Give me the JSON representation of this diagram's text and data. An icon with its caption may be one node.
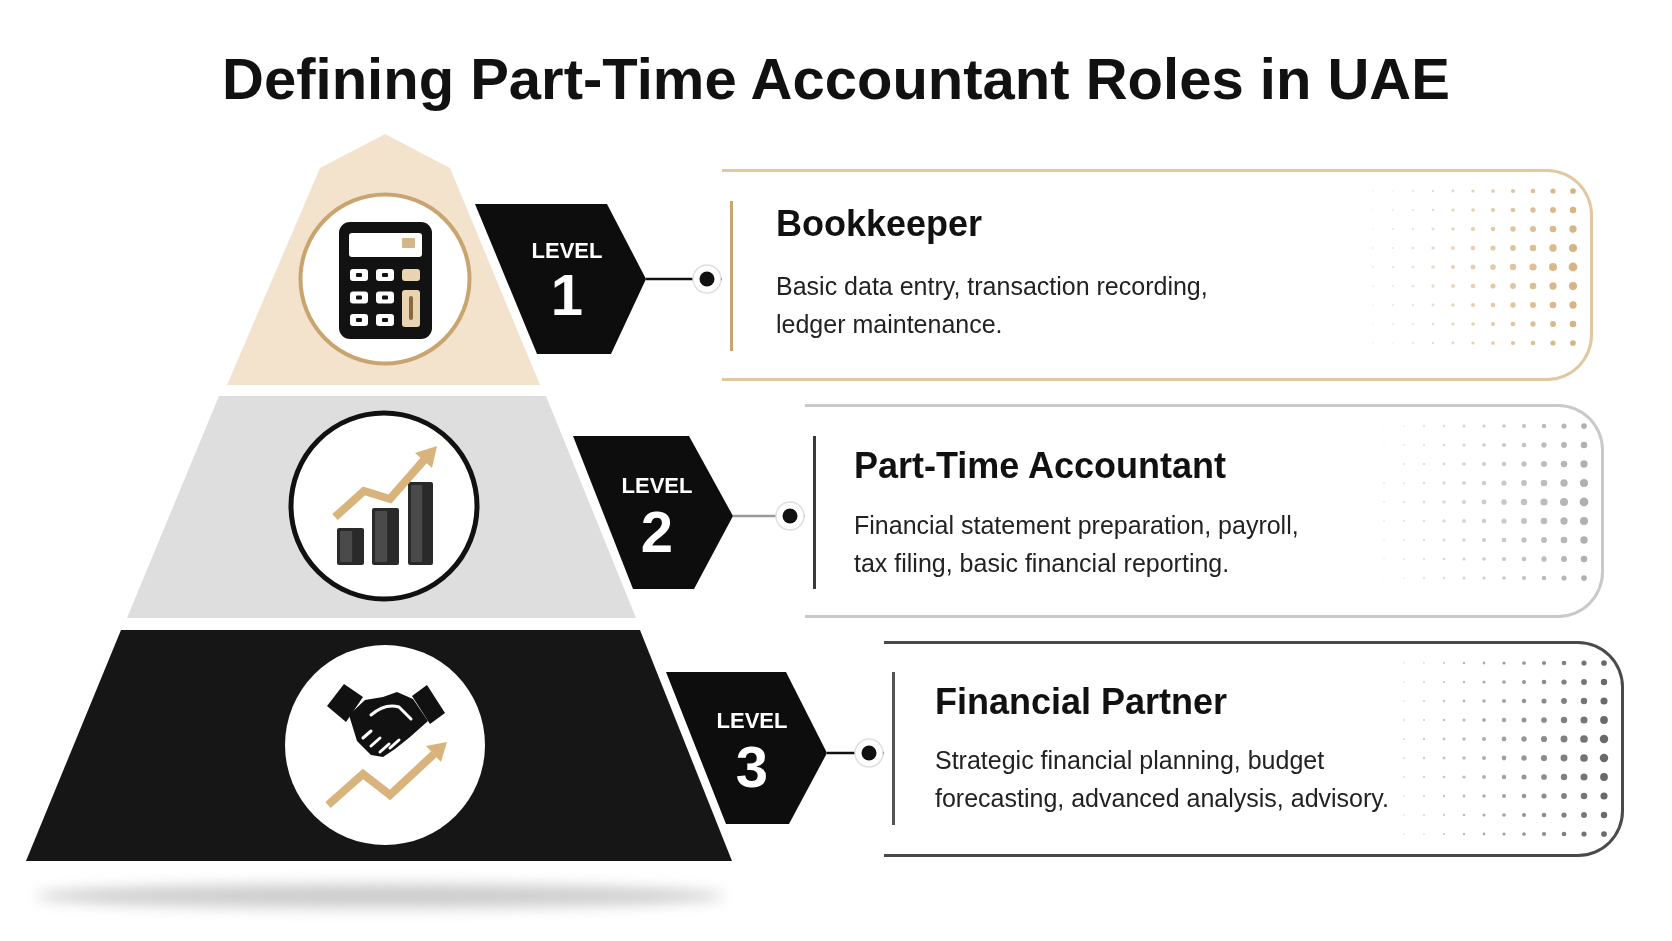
{
  "diagram": {
    "title": "Defining Part-Time Accountant Roles in UAE",
    "nodes": [
      {
        "text": [
          "LEVEL",
          "1"
        ]
      },
      {
        "text": [
          "Bookkeeper",
          "Basic data entry, transaction recording, ledger maintenance."
        ]
      },
      {
        "text": [
          "LEVEL",
          "2"
        ]
      },
      {
        "text": [
          "Part-Time Accountant",
          "Financial statement preparation, payroll, tax filing, basic financial reporting."
        ]
      },
      {
        "text": [
          "LEVEL",
          "3"
        ]
      },
      {
        "text": [
          "Financial Partner",
          "Strategic financial planning, budget forecasting, advanced analysis, advisory."
        ]
      }
    ],
    "edges": [
      {
        "from": 0,
        "to": 1,
        "arrow": "other"
      },
      {
        "from": 2,
        "to": 3,
        "arrow": "other",
        "color": "#9a9a9a"
      },
      {
        "from": 4,
        "to": 5,
        "arrow": "other"
      }
    ]
  }
}
